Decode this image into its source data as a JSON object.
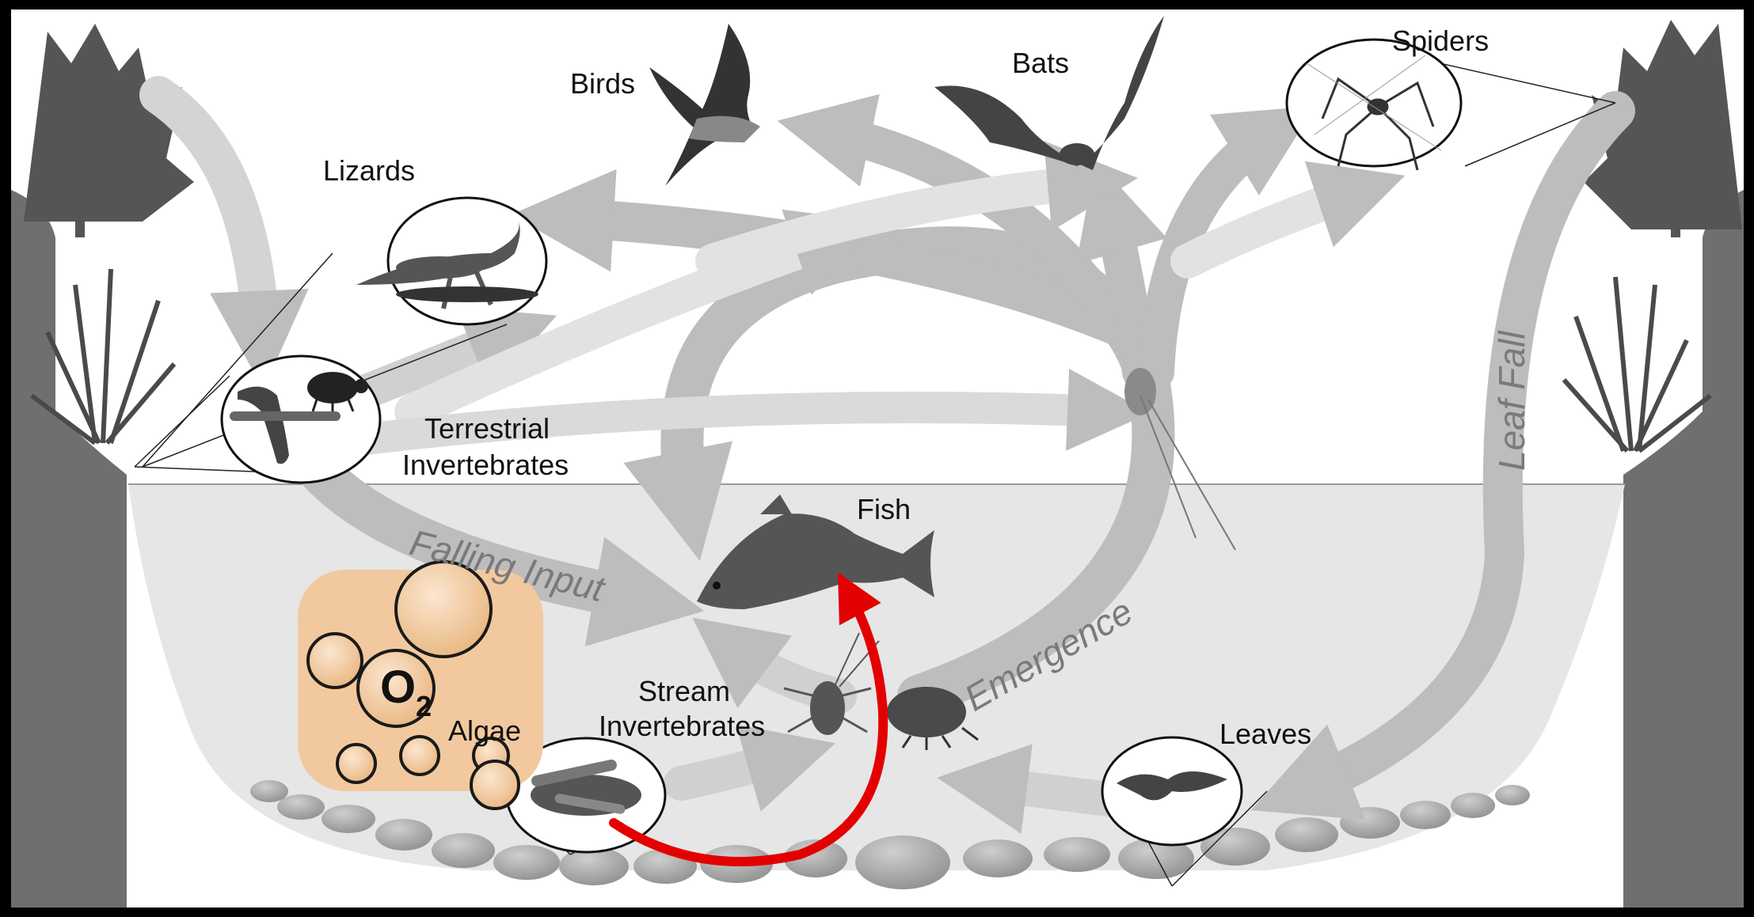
{
  "labels": {
    "birds": "Birds",
    "bats": "Bats",
    "spiders": "Spiders",
    "lizards": "Lizards",
    "terrestrial_line1": "Terrestrial",
    "terrestrial_line2": "Invertebrates",
    "fish": "Fish",
    "stream_line1": "Stream",
    "stream_line2": "Invertebrates",
    "algae": "Algae",
    "leaves": "Leaves"
  },
  "flow_labels": {
    "falling_input": "Falling Input",
    "emergence": "Emergence",
    "leaf_fall": "Leaf Fall"
  },
  "oxygen": {
    "symbol": "O",
    "subscript": "2"
  },
  "colors": {
    "background": "#ffffff",
    "frame": "#000000",
    "water": "#e6e6e6",
    "arrow": "#bdbdbd",
    "arrow_dark": "#a8a8a8",
    "bubble_fill": "#f2c99e",
    "highlight_arrow": "#e30000"
  },
  "icons": [
    "bird-icon",
    "bat-icon",
    "spider-icon",
    "lizard-icon",
    "beetle-icon",
    "larva-icon",
    "fish-icon",
    "mayfly-icon",
    "nymph-icon",
    "isopod-icon",
    "algae-icon",
    "leaf-icon",
    "tree-icon",
    "shrub-icon"
  ]
}
